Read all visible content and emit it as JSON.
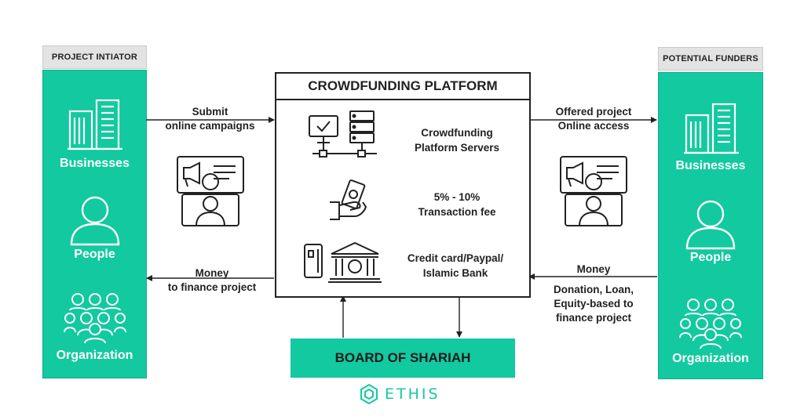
{
  "colors": {
    "accent": "#13c9a0",
    "header_bg": "#e2e3e2",
    "ink": "#222222"
  },
  "left_column": {
    "header": "PROJECT INTIATOR",
    "items": [
      {
        "label": "Businesses",
        "icon": "buildings-icon"
      },
      {
        "label": "People",
        "icon": "person-icon"
      },
      {
        "label": "Organization",
        "icon": "group-icon"
      }
    ]
  },
  "right_column": {
    "header": "POTENTIAL FUNDERS",
    "items": [
      {
        "label": "Businesses",
        "icon": "buildings-icon"
      },
      {
        "label": "People",
        "icon": "person-icon"
      },
      {
        "label": "Organization",
        "icon": "group-icon"
      }
    ]
  },
  "platform": {
    "title": "CROWDFUNDING PLATFORM",
    "rows": [
      {
        "line1": "Crowdfunding",
        "line2": "Platform Servers",
        "icon": "server-network-icon"
      },
      {
        "line1": "5% - 10%",
        "line2": "Transaction fee",
        "icon": "money-hand-icon"
      },
      {
        "line1": "Credit card/Paypal/",
        "line2": "Islamic Bank",
        "icon": "bank-card-icon"
      }
    ]
  },
  "flows": {
    "submit": {
      "line1": "Submit",
      "line2": "online campaigns"
    },
    "money_left": {
      "line1": "Money",
      "line2": "to finance project"
    },
    "offered": {
      "line1": "Offered project",
      "line2": "Online access"
    },
    "money_right": {
      "line1": "Money",
      "line2": "Donation, Loan,",
      "line3": "Equity-based to",
      "line4": "finance project"
    }
  },
  "board": {
    "label": "BOARD OF SHARIAH"
  },
  "brand": {
    "name": "ETHIS",
    "icon": "ethis-logo-icon"
  }
}
